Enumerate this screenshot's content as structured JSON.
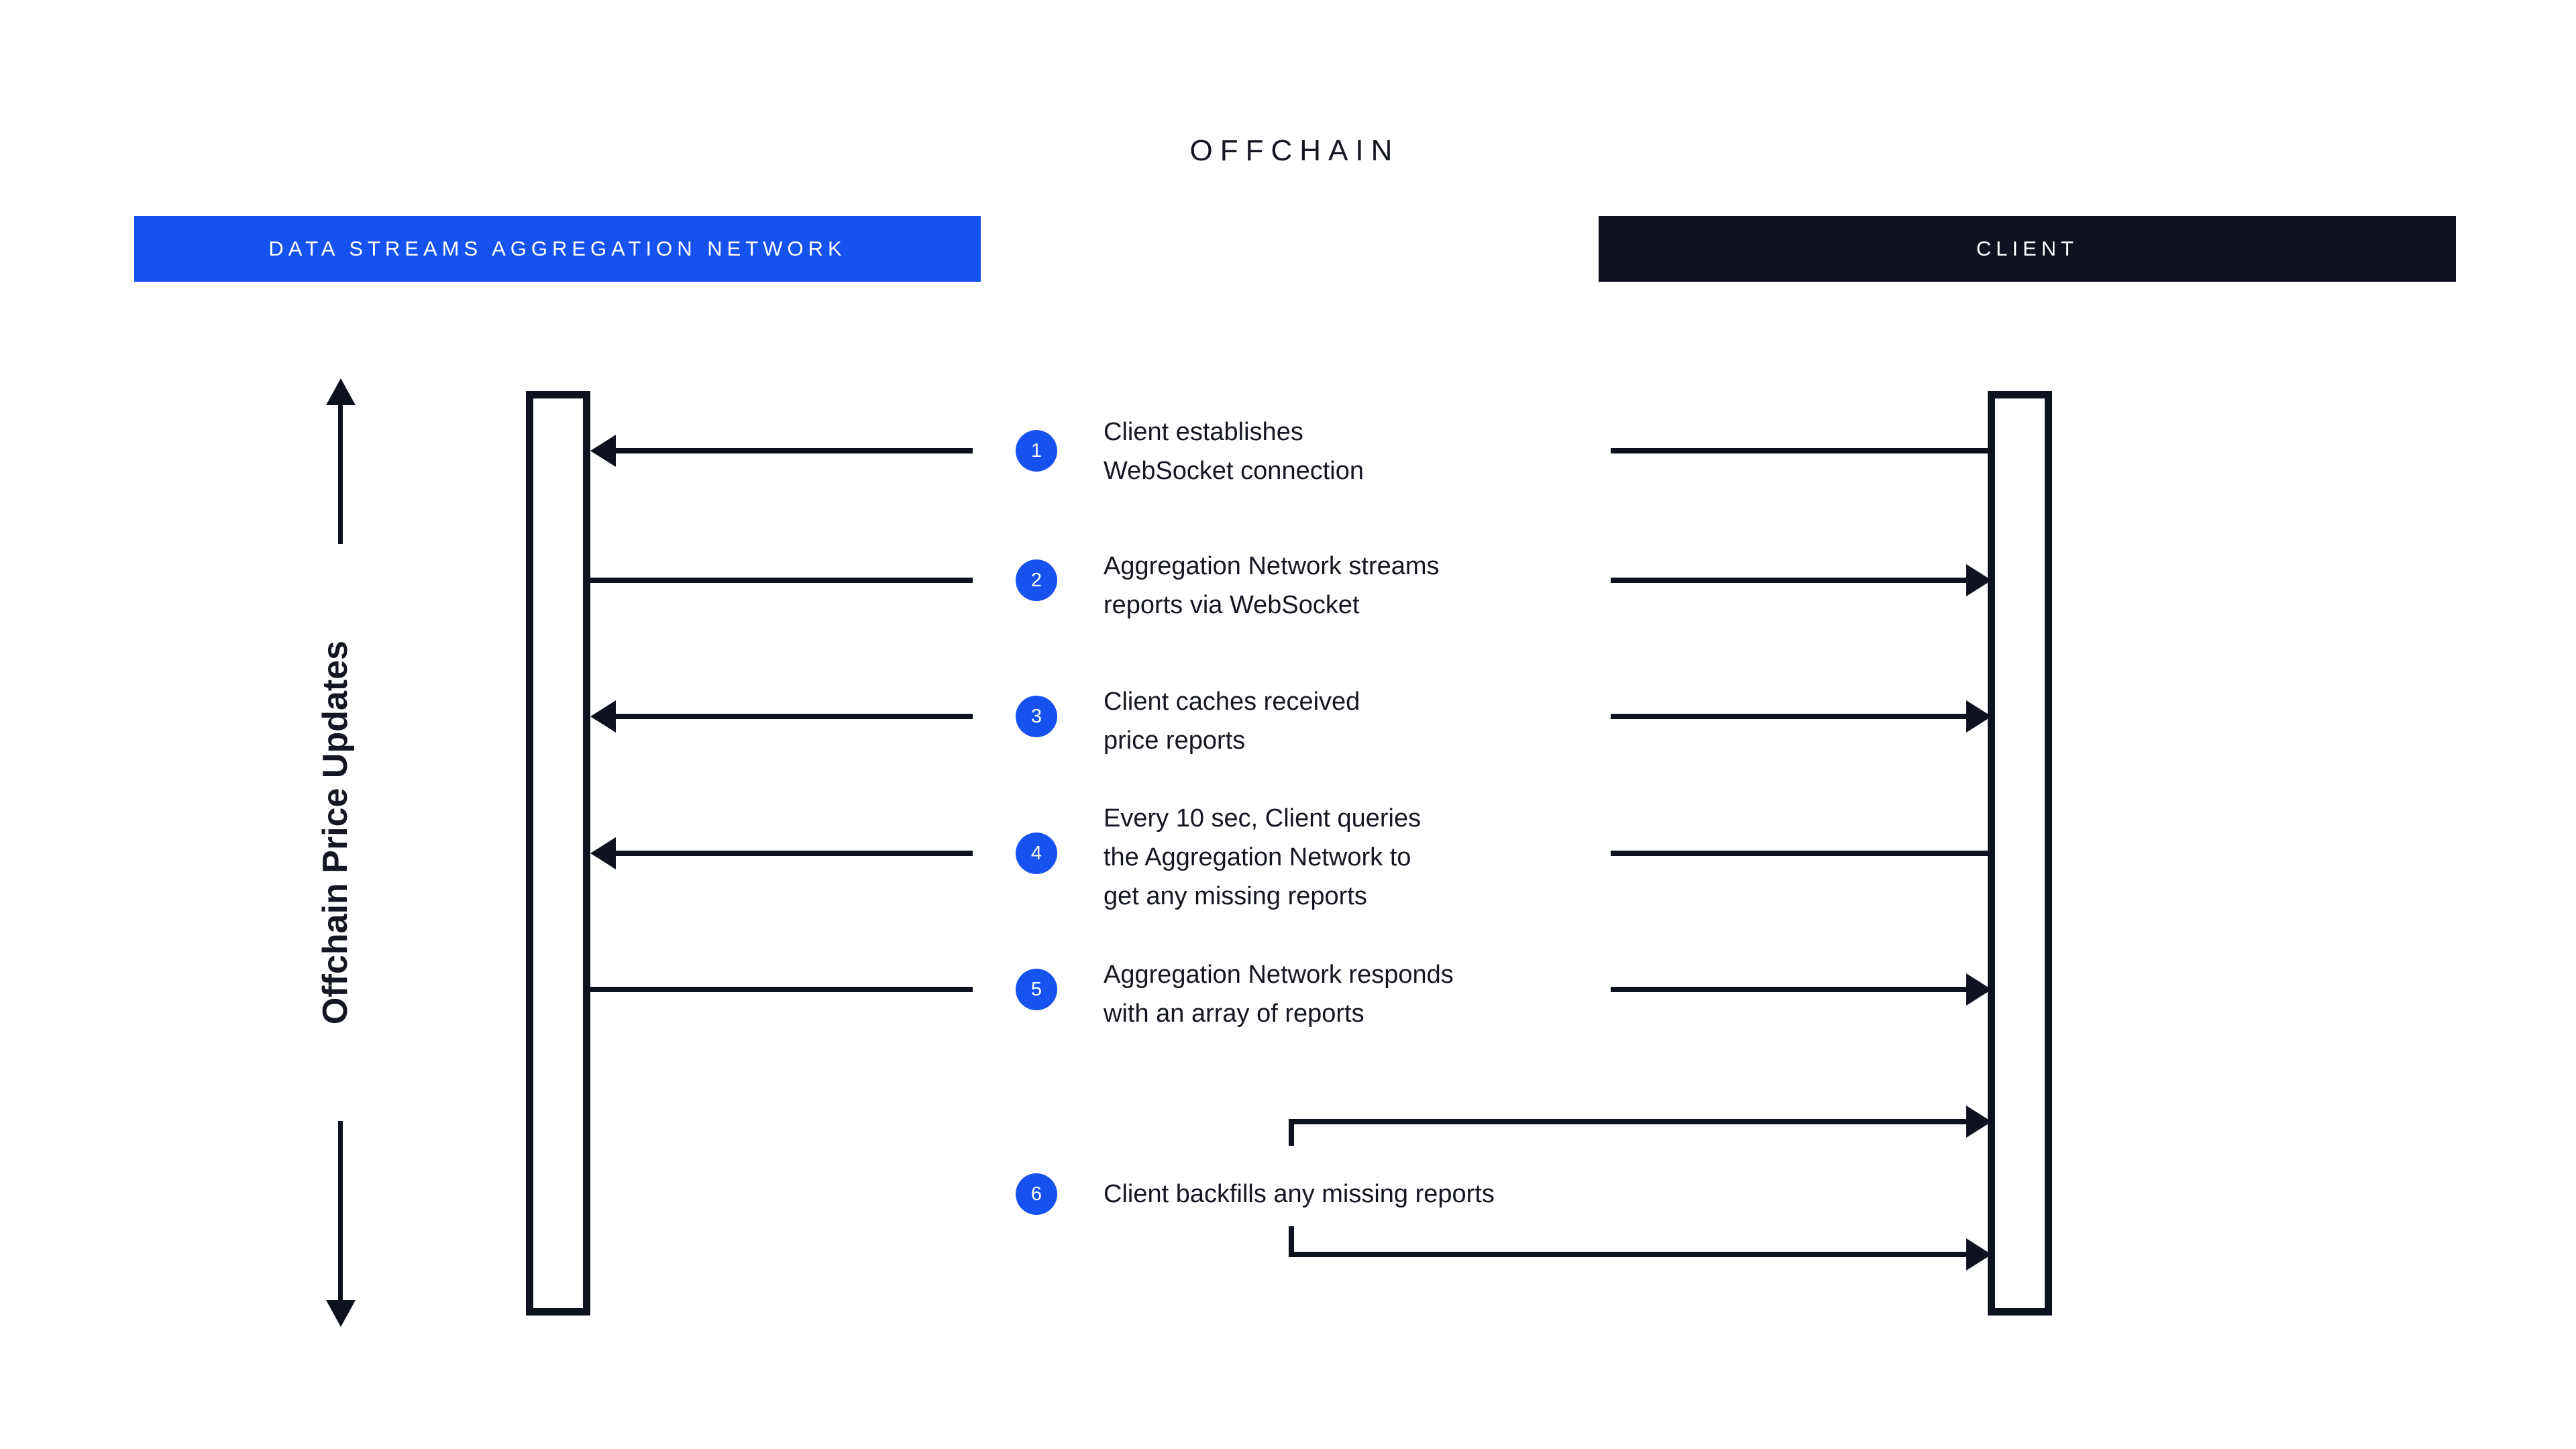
{
  "diagram": {
    "title": "OFFCHAIN",
    "axis_label": "Offchain Price Updates",
    "lanes": [
      {
        "id": "aggregation-network",
        "label": "DATA STREAMS AGGREGATION NETWORK",
        "color": "#1652f0",
        "text_color": "#ffffff"
      },
      {
        "id": "client",
        "label": "CLIENT",
        "color": "#0e121f",
        "text_color": "#ffffff"
      }
    ],
    "accent_blue": "#1652f0",
    "ink": "#0e121f",
    "steps": [
      {
        "number": "1",
        "text": "Client establishes\nWebSocket connection",
        "direction": "right-to-left"
      },
      {
        "number": "2",
        "text": "Aggregation Network streams\nreports via WebSocket",
        "direction": "left-to-right"
      },
      {
        "number": "3",
        "text": "Client caches received\nprice reports",
        "direction": "right-to-left"
      },
      {
        "number": "4",
        "text": "Every 10 sec, Client queries\nthe Aggregation Network to\nget any missing reports",
        "direction": "right-to-left"
      },
      {
        "number": "5",
        "text": "Aggregation Network responds\nwith an array of reports",
        "direction": "left-to-right"
      },
      {
        "number": "6",
        "text": "Client backfills any missing reports",
        "direction": "self-loop"
      }
    ]
  }
}
